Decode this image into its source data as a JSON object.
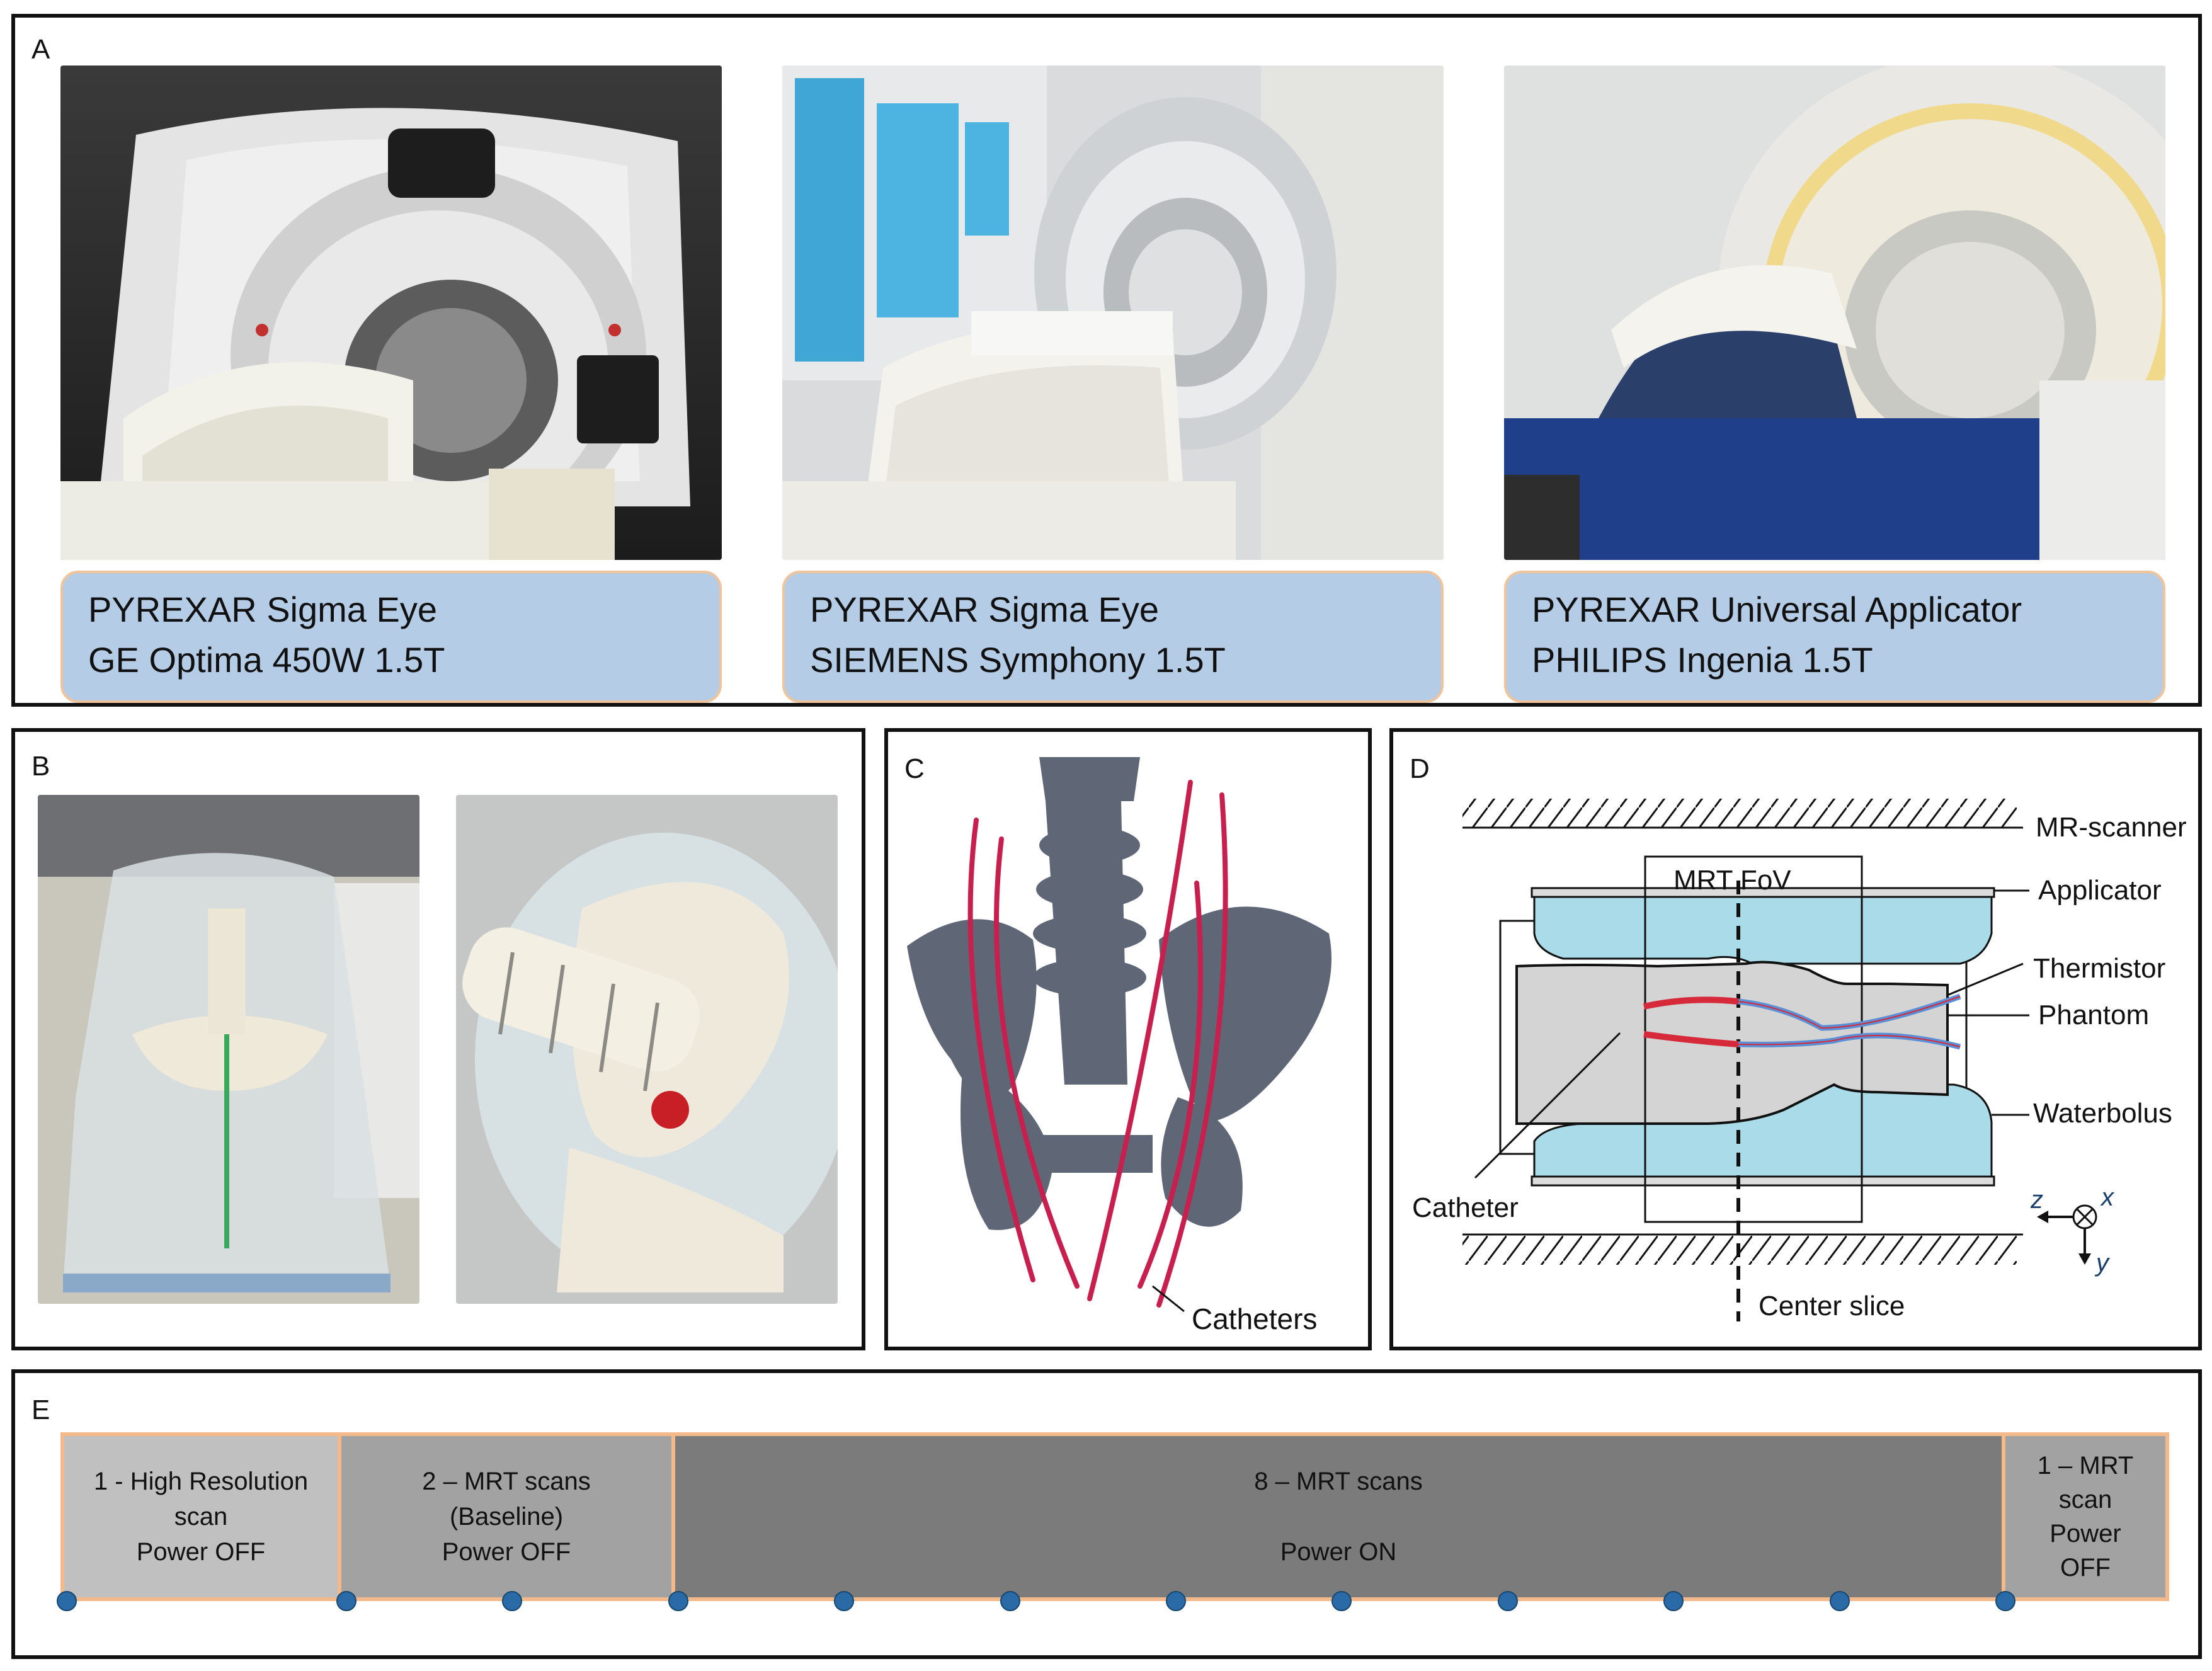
{
  "panels": {
    "a": "A",
    "b": "B",
    "c": "C",
    "d": "D",
    "e": "E"
  },
  "panel_a": {
    "captions": [
      {
        "line1": "PYREXAR Sigma Eye",
        "line2": "GE Optima 450W 1.5T"
      },
      {
        "line1": "PYREXAR Sigma Eye",
        "line2": "SIEMENS Symphony 1.5T"
      },
      {
        "line1": "PYREXAR Universal Applicator",
        "line2": "PHILIPS Ingenia 1.5T"
      }
    ]
  },
  "panel_c": {
    "catheters_label": "Catheters"
  },
  "panel_d": {
    "labels": {
      "mr_scanner": "MR-scanner",
      "mrt_fov": "MRT FoV",
      "applicator": "Applicator",
      "thermistor": "Thermistor",
      "phantom": "Phantom",
      "waterbolus": "Waterbolus",
      "catheter": "Catheter",
      "center_slice": "Center slice"
    },
    "axes": {
      "z": "z",
      "x": "x",
      "y": "y"
    }
  },
  "panel_e": {
    "segments": [
      {
        "lines": [
          "1 - High Resolution",
          "scan",
          "Power OFF"
        ]
      },
      {
        "lines": [
          "2 – MRT scans",
          "(Baseline)",
          "Power OFF"
        ]
      },
      {
        "lines": [
          "8 – MRT scans",
          "",
          "Power ON"
        ]
      },
      {
        "lines": [
          "1 – MRT",
          "scan",
          "Power",
          "OFF"
        ]
      }
    ],
    "timepoint_count": 12
  },
  "colors": {
    "caption_fill": "#b4cce6",
    "caption_border": "#f0c49a",
    "waterbolus": "#a9dbe8",
    "catheter_red": "#d62a3a",
    "thermistor_blue": "#5b8fd6",
    "timeline_light": "#c0c0c0",
    "timeline_mid": "#a2a2a2",
    "timeline_dark": "#7b7b7b",
    "dot": "#2a6aa6"
  }
}
